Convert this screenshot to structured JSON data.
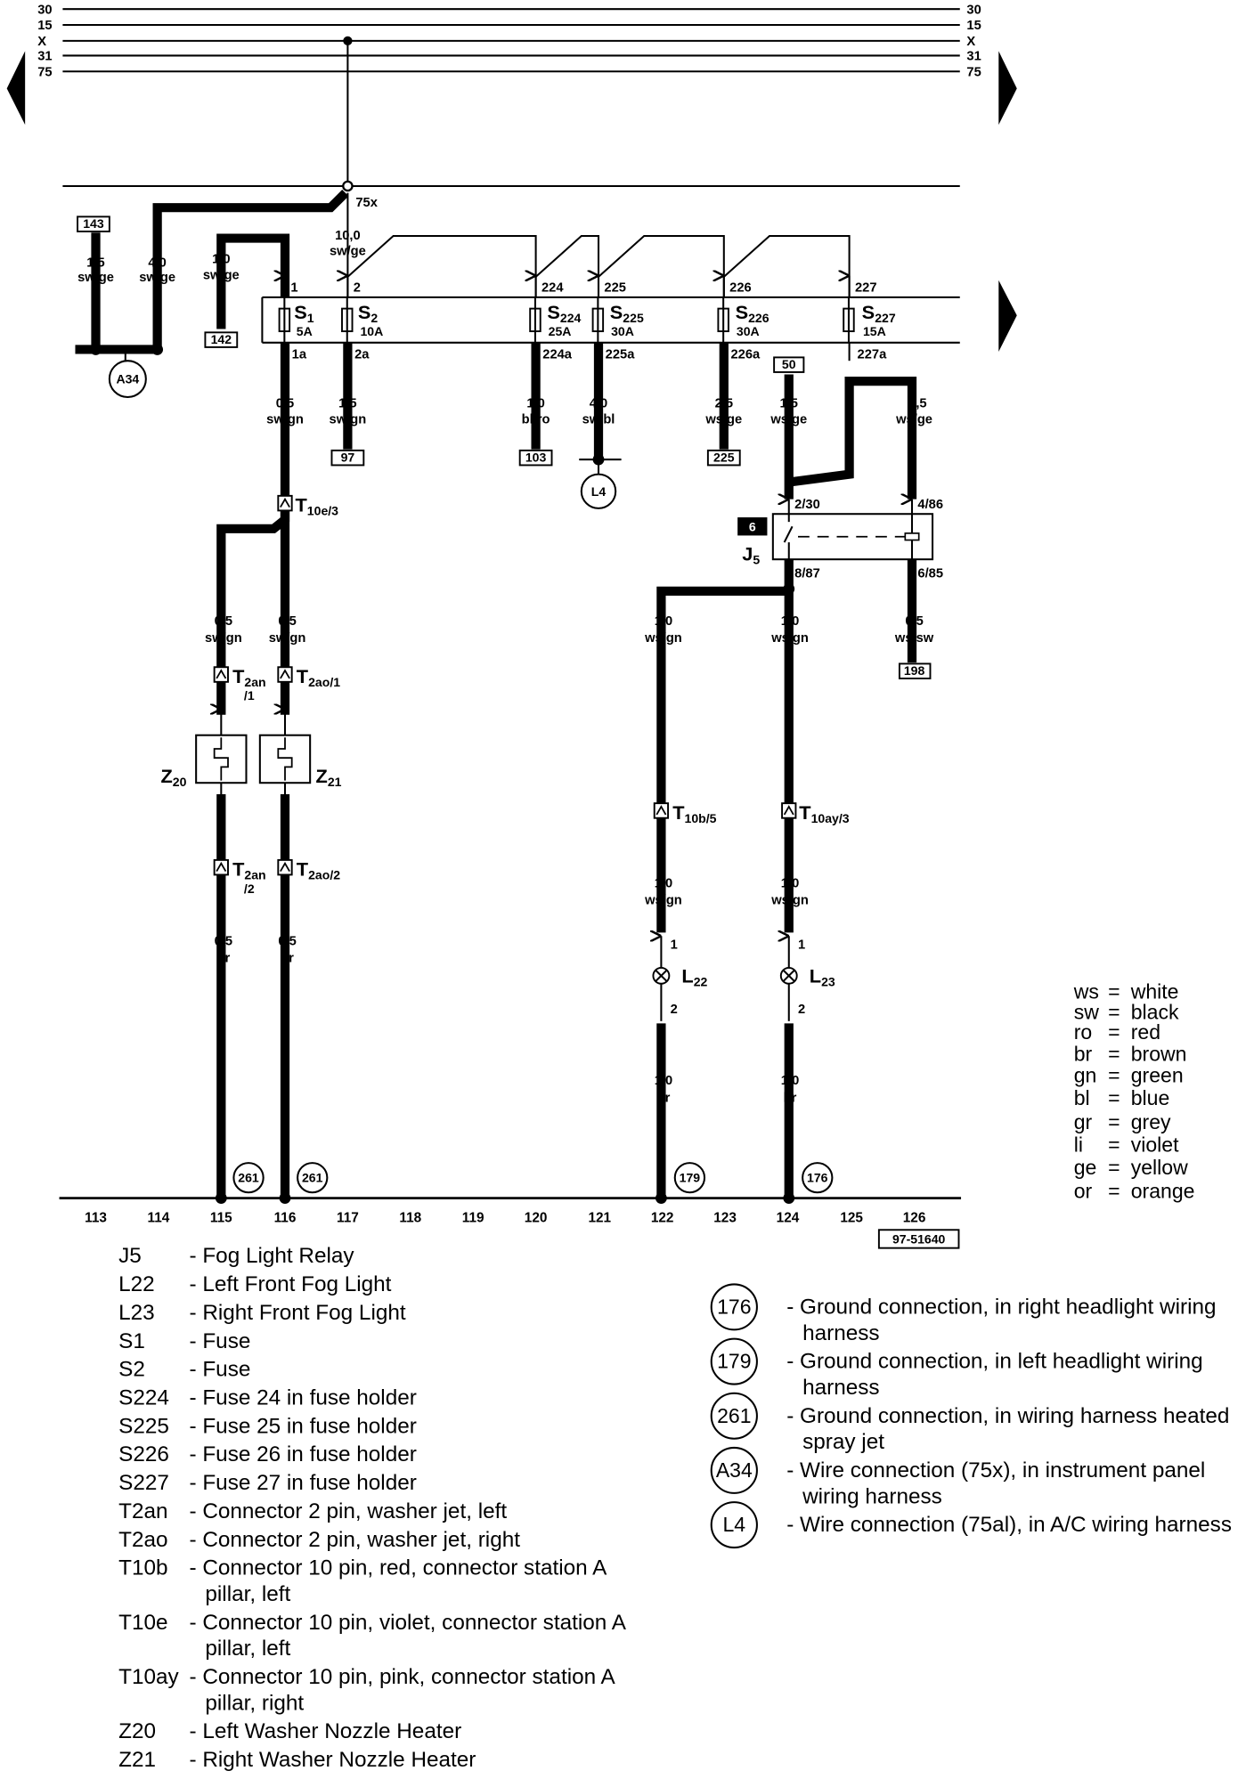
{
  "rails": [
    {
      "label": "30"
    },
    {
      "label": "15"
    },
    {
      "label": "X"
    },
    {
      "label": "31"
    },
    {
      "label": "75"
    }
  ],
  "junction_label": "75x",
  "fuses": [
    {
      "name": "S",
      "sub": "1",
      "rating": "5A",
      "pin_in": "1",
      "pin_out": "1a"
    },
    {
      "name": "S",
      "sub": "2",
      "rating": "10A",
      "pin_in": "2",
      "pin_out": "2a"
    },
    {
      "name": "S",
      "sub": "224",
      "rating": "25A",
      "pin_in": "224",
      "pin_out": "224a"
    },
    {
      "name": "S",
      "sub": "225",
      "rating": "30A",
      "pin_in": "225",
      "pin_out": "225a"
    },
    {
      "name": "S",
      "sub": "226",
      "rating": "30A",
      "pin_in": "226",
      "pin_out": "226a"
    },
    {
      "name": "S",
      "sub": "227",
      "rating": "15A",
      "pin_in": "227",
      "pin_out": "227a"
    }
  ],
  "wires": {
    "w143": {
      "size": "1,5",
      "color": "sw/ge"
    },
    "w75x": {
      "size": "4,0",
      "color": "sw/ge"
    },
    "w142": {
      "size": "1,0",
      "color": "sw/ge"
    },
    "wS2in": {
      "size": "10,0",
      "color": "sw/ge"
    },
    "wS1out": {
      "size": "0,5",
      "color": "sw/gn"
    },
    "wS2out": {
      "size": "1,5",
      "color": "sw/gn"
    },
    "wS224out": {
      "size": "1,0",
      "color": "bl/ro"
    },
    "wS225out": {
      "size": "4,0",
      "color": "sw/bl"
    },
    "wS226out": {
      "size": "2,5",
      "color": "ws/ge"
    },
    "w50": {
      "size": "1,5",
      "color": "ws/ge"
    },
    "wJ5in": {
      "size": "0,5",
      "color": "ws/ge"
    },
    "w115a": {
      "size": "0,5",
      "color": "sw/gn"
    },
    "w116a": {
      "size": "0,5",
      "color": "sw/gn"
    },
    "w122a": {
      "size": "1,0",
      "color": "ws/gn"
    },
    "w124a": {
      "size": "1,0",
      "color": "ws/gn"
    },
    "wJ5out": {
      "size": "0,5",
      "color": "ws/sw"
    },
    "w122b": {
      "size": "1,0",
      "color": "ws/gn"
    },
    "w124b": {
      "size": "1,0",
      "color": "ws/gn"
    },
    "w115b": {
      "size": "0,5",
      "color": "br"
    },
    "w116b": {
      "size": "0,5",
      "color": "br"
    },
    "w122c": {
      "size": "1,0",
      "color": "br"
    },
    "w124c": {
      "size": "1,0",
      "color": "br"
    }
  },
  "refs": {
    "r143": "143",
    "r142": "142",
    "r97": "97",
    "r103": "103",
    "r225": "225",
    "r50": "50",
    "r198": "198",
    "rdoc": "97-51640"
  },
  "circles": {
    "A34": "A34",
    "L4": "L4",
    "g115": "261",
    "g116": "261",
    "g122": "179",
    "g124": "176"
  },
  "connectors": {
    "T10e": {
      "name": "T",
      "sub": "10e/3"
    },
    "T2an1": {
      "name": "T",
      "sub": "2an",
      "sub2": "/1"
    },
    "T2ao1": {
      "name": "T",
      "sub": "2ao/1"
    },
    "T2an2": {
      "name": "T",
      "sub": "2an",
      "sub2": "/2"
    },
    "T2ao2": {
      "name": "T",
      "sub": "2ao/2"
    },
    "T10b": {
      "name": "T",
      "sub": "10b/5"
    },
    "T10ay": {
      "name": "T",
      "sub": "10ay/3"
    }
  },
  "relay": {
    "name": "J",
    "sub": "5",
    "badge": "6",
    "pin_2_30": "2/30",
    "pin_4_86": "4/86",
    "pin_8_87": "8/87",
    "pin_6_85": "6/85"
  },
  "heaters": {
    "Z20": {
      "name": "Z",
      "sub": "20"
    },
    "Z21": {
      "name": "Z",
      "sub": "21"
    }
  },
  "lights": {
    "L22": {
      "name": "L",
      "sub": "22",
      "pin1": "1",
      "pin2": "2"
    },
    "L23": {
      "name": "L",
      "sub": "23",
      "pin1": "1",
      "pin2": "2"
    }
  },
  "columns": [
    "113",
    "114",
    "115",
    "116",
    "117",
    "118",
    "119",
    "120",
    "121",
    "122",
    "123",
    "124",
    "125",
    "126"
  ],
  "color_codes": [
    {
      "code": "ws",
      "meaning": "white"
    },
    {
      "code": "sw",
      "meaning": "black"
    },
    {
      "code": "ro",
      "meaning": "red"
    },
    {
      "code": "br",
      "meaning": "brown"
    },
    {
      "code": "gn",
      "meaning": "green"
    },
    {
      "code": "bl",
      "meaning": "blue"
    },
    {
      "code": "gr",
      "meaning": "grey"
    },
    {
      "code": "li",
      "meaning": "violet"
    },
    {
      "code": "ge",
      "meaning": "yellow"
    },
    {
      "code": "or",
      "meaning": "orange"
    }
  ],
  "legend": [
    {
      "code": "J5",
      "text": "- Fog Light Relay"
    },
    {
      "code": "L22",
      "text": "- Left Front Fog Light"
    },
    {
      "code": "L23",
      "text": "- Right Front Fog Light"
    },
    {
      "code": "S1",
      "text": "- Fuse"
    },
    {
      "code": "S2",
      "text": "- Fuse"
    },
    {
      "code": "S224",
      "text": "- Fuse 24 in fuse holder"
    },
    {
      "code": "S225",
      "text": "- Fuse 25 in fuse holder"
    },
    {
      "code": "S226",
      "text": "- Fuse 26 in fuse holder"
    },
    {
      "code": "S227",
      "text": "- Fuse 27 in fuse holder"
    },
    {
      "code": "T2an",
      "text": "- Connector 2 pin, washer jet, left"
    },
    {
      "code": "T2ao",
      "text": "- Connector 2 pin, washer jet, right"
    },
    {
      "code": "T10b",
      "text": "- Connector 10 pin, red, connector station A",
      "text2": "pillar, left"
    },
    {
      "code": "T10e",
      "text": "- Connector 10 pin, violet, connector station A",
      "text2": "pillar, left"
    },
    {
      "code": "T10ay",
      "text": "- Connector 10 pin, pink, connector station A",
      "text2": "pillar, right"
    },
    {
      "code": "Z20",
      "text": "- Left Washer Nozzle Heater"
    },
    {
      "code": "Z21",
      "text": "- Right Washer Nozzle Heater"
    }
  ],
  "ground_legend": [
    {
      "symbol": "176",
      "text": "- Ground connection, in right headlight wiring",
      "text2": "harness"
    },
    {
      "symbol": "179",
      "text": "- Ground connection, in left headlight wiring",
      "text2": "harness"
    },
    {
      "symbol": "261",
      "text": "- Ground connection, in wiring harness heated",
      "text2": "spray jet"
    },
    {
      "symbol": "A34",
      "text": "- Wire connection (75x), in instrument panel",
      "text2": "wiring harness"
    },
    {
      "symbol": "L4",
      "text": "- Wire connection (75al), in A/C wiring harness"
    }
  ]
}
